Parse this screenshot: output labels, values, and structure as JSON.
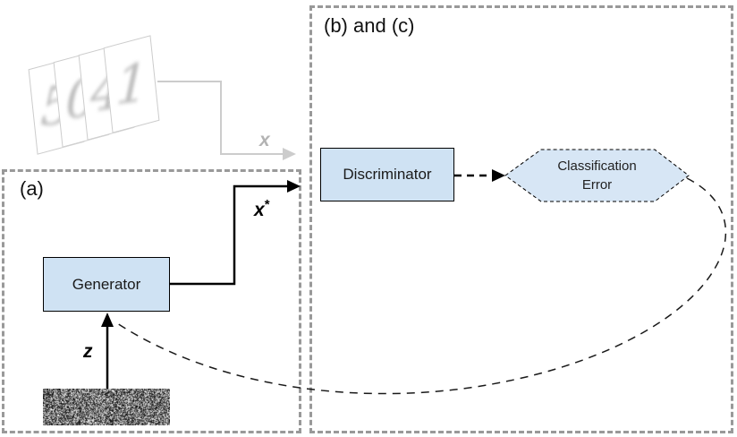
{
  "diagram": {
    "panel_a": {
      "label": "(a)"
    },
    "panel_bc": {
      "label": "(b) and (c)"
    },
    "nodes": {
      "generator": {
        "label": "Generator"
      },
      "discriminator": {
        "label": "Discriminator"
      },
      "classification_error": {
        "line1": "Classification",
        "line2": "Error"
      }
    },
    "labels": {
      "real_sample": "x",
      "generated_sample_base": "x",
      "generated_sample_sup": "*",
      "noise": "z"
    },
    "mnist_digits": [
      "5",
      "0",
      "4",
      "1"
    ],
    "colors": {
      "node_fill": "#cfe2f3",
      "hexagon_fill": "#d7e6f5",
      "node_border": "#000000",
      "panel_dash": "#999999",
      "faded_gray": "#cccccc"
    }
  }
}
